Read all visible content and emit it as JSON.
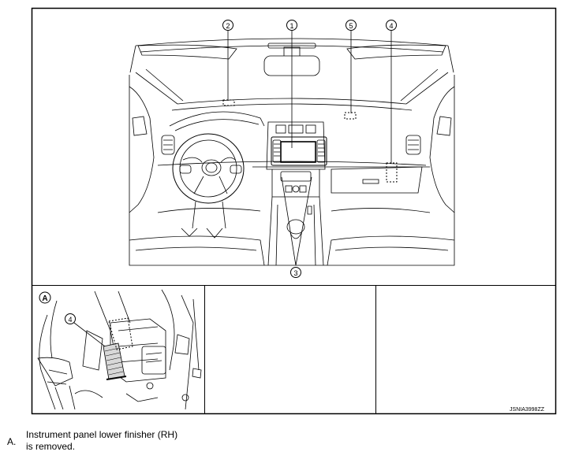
{
  "figure": {
    "callouts": [
      {
        "num": "1",
        "glyph": "①",
        "label": ""
      },
      {
        "num": "2",
        "glyph": "②",
        "label": ""
      },
      {
        "num": "3",
        "glyph": "③",
        "label": ""
      },
      {
        "num": "4",
        "glyph": "④",
        "label": ""
      },
      {
        "num": "5",
        "glyph": "⑤",
        "label": ""
      }
    ],
    "detail_view_letter": "A",
    "detail_callout": "④",
    "figure_code": "JSNIA3998ZZ"
  },
  "legend": {
    "letter": "A.",
    "line1": "Instrument panel lower finisher (RH)",
    "line2": "is removed."
  },
  "colors": {
    "line": "#000000",
    "background": "#ffffff"
  }
}
